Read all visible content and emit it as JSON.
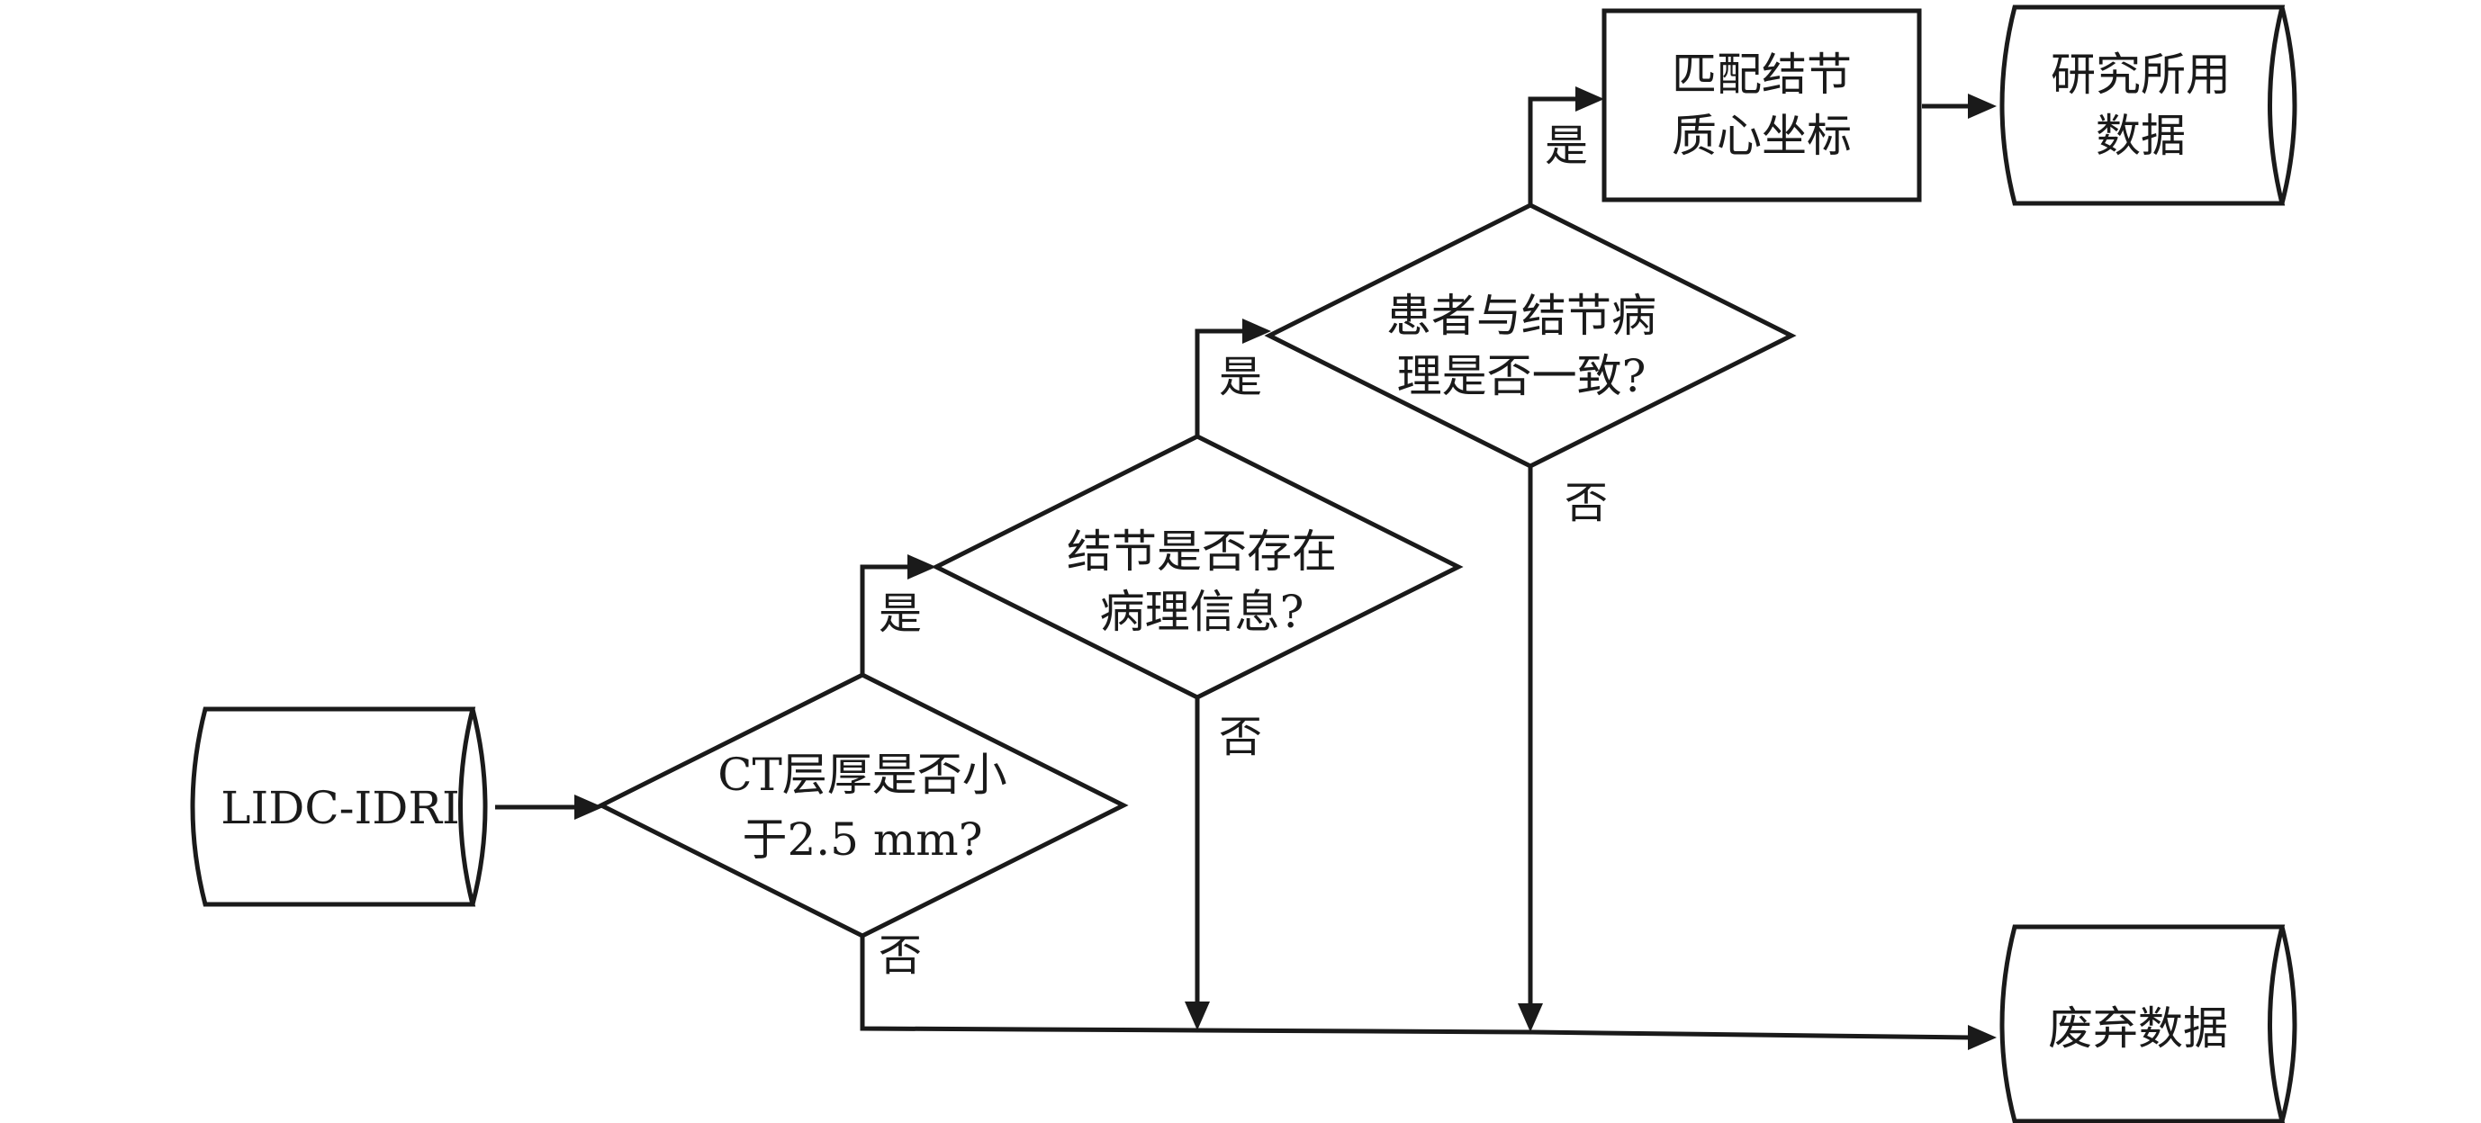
{
  "diagram": {
    "type": "flowchart",
    "nodes": {
      "source": {
        "label": "LIDC-IDRI",
        "shape": "storage"
      },
      "d1": {
        "lines": [
          "CT层厚是否小",
          "于2.5 mm?"
        ],
        "shape": "decision"
      },
      "d2": {
        "lines": [
          "结节是否存在",
          "病理信息?"
        ],
        "shape": "decision"
      },
      "d3": {
        "lines": [
          "患者与结节病",
          "理是否一致?"
        ],
        "shape": "decision"
      },
      "match": {
        "lines": [
          "匹配结节",
          "质心坐标"
        ],
        "shape": "process"
      },
      "research": {
        "lines": [
          "研究所用",
          "数据"
        ],
        "shape": "storage"
      },
      "discard": {
        "label": "废弃数据",
        "shape": "storage"
      }
    },
    "edge_labels": {
      "yes": "是",
      "no": "否"
    },
    "edges": [
      {
        "from": "source",
        "to": "d1"
      },
      {
        "from": "d1",
        "to": "d2",
        "label": "是"
      },
      {
        "from": "d1",
        "to": "discard",
        "label": "否"
      },
      {
        "from": "d2",
        "to": "d3",
        "label": "是"
      },
      {
        "from": "d2",
        "to": "discard",
        "label": "否"
      },
      {
        "from": "d3",
        "to": "match",
        "label": "是"
      },
      {
        "from": "d3",
        "to": "discard",
        "label": "否"
      },
      {
        "from": "match",
        "to": "research"
      }
    ],
    "colors": {
      "stroke": "#1a1a1a",
      "fill": "#ffffff",
      "text": "#1a1a1a"
    }
  }
}
